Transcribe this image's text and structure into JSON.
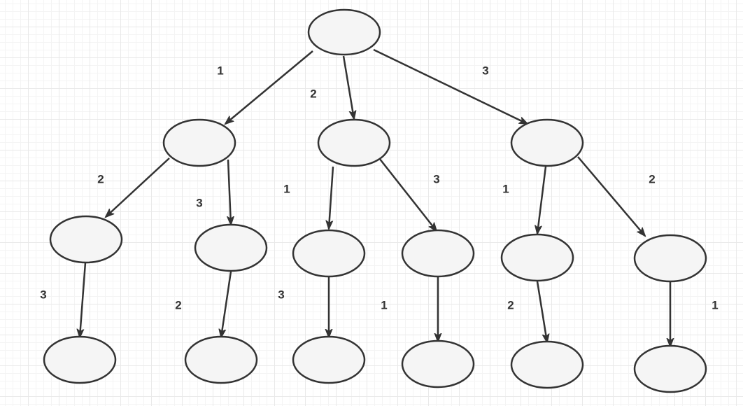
{
  "tree": {
    "children": [
      {
        "label": "1",
        "children": [
          {
            "label": "2",
            "children": [
              {
                "label": "3"
              }
            ]
          },
          {
            "label": "3",
            "children": [
              {
                "label": "2"
              }
            ]
          }
        ]
      },
      {
        "label": "2",
        "children": [
          {
            "label": "1",
            "children": [
              {
                "label": "3"
              }
            ]
          },
          {
            "label": "3",
            "children": [
              {
                "label": "1"
              }
            ]
          }
        ]
      },
      {
        "label": "3",
        "children": [
          {
            "label": "1",
            "children": [
              {
                "label": "2"
              }
            ]
          },
          {
            "label": "2",
            "children": [
              {
                "label": "1"
              }
            ]
          }
        ]
      }
    ]
  },
  "colors": {
    "node_fill": "#f5f5f5",
    "stroke": "#333333",
    "grid": "#e9e9e9"
  }
}
